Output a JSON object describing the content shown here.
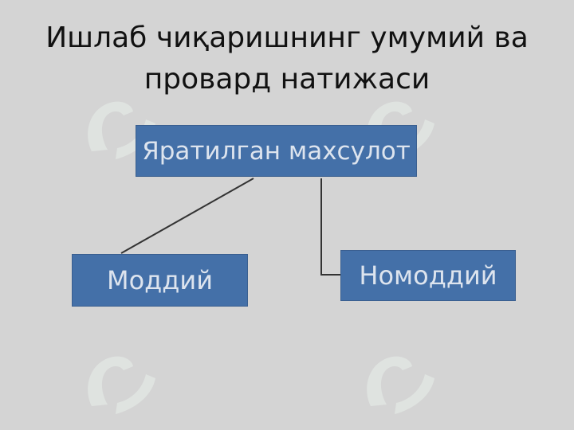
{
  "title": {
    "line1": "Ишлаб чиқаришнинг умумий ва",
    "line2": "провард натижаси"
  },
  "diagram": {
    "root": {
      "label": "Яратилган махсулот"
    },
    "children": [
      {
        "label": "Моддий"
      },
      {
        "label": "Номоддий"
      }
    ]
  },
  "colors": {
    "background": "#d4d4d4",
    "box_fill": "#4470a8",
    "box_text": "#dde4ee",
    "connector": "#333333",
    "watermark": "#e9f3ec"
  }
}
